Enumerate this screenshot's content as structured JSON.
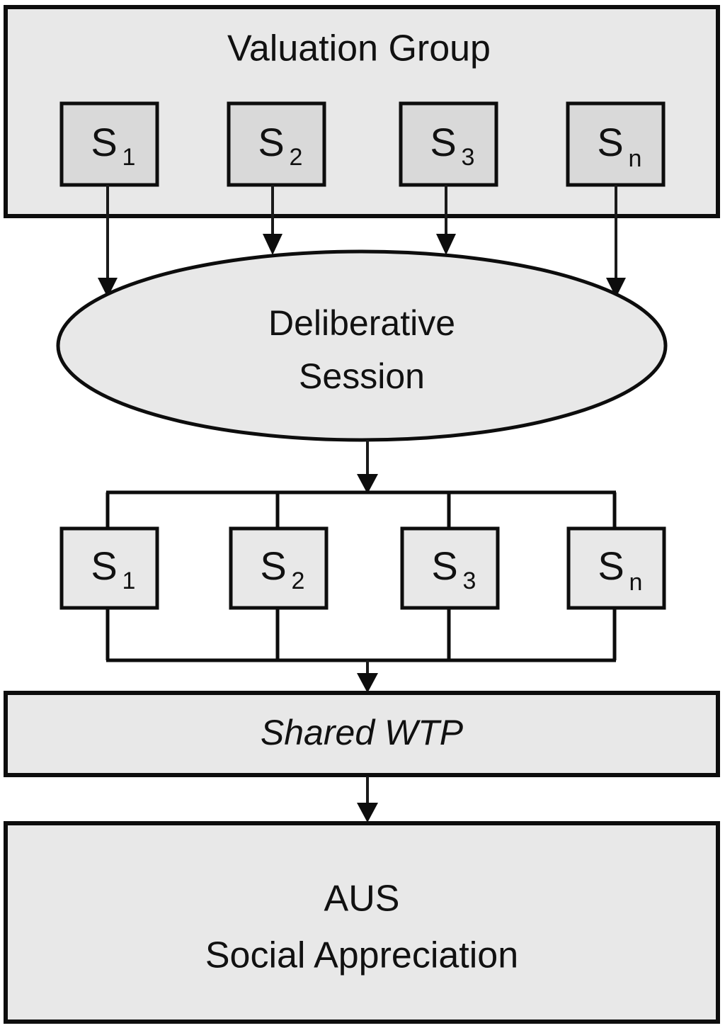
{
  "diagram": {
    "type": "flowchart",
    "title": "Valuation Group",
    "colors": {
      "container_fill": "#e8e8e8",
      "node_fill": "#d9d9d9",
      "stroke": "#0d0d0d",
      "background": "#ffffff",
      "text": "#111111"
    },
    "valuation_group": {
      "label": "Valuation Group",
      "members": [
        {
          "symbol": "S",
          "subscript": "1",
          "full": "S1"
        },
        {
          "symbol": "S",
          "subscript": "2",
          "full": "S2"
        },
        {
          "symbol": "S",
          "subscript": "3",
          "full": "S3"
        },
        {
          "symbol": "S",
          "subscript": "n",
          "full": "Sn"
        }
      ]
    },
    "deliberative_session": {
      "line1": "Deliberative",
      "line2": "Session",
      "shape": "ellipse"
    },
    "post_session_members": [
      {
        "symbol": "S",
        "subscript": "1",
        "full": "S1"
      },
      {
        "symbol": "S",
        "subscript": "2",
        "full": "S2"
      },
      {
        "symbol": "S",
        "subscript": "3",
        "full": "S3"
      },
      {
        "symbol": "S",
        "subscript": "n",
        "full": "Sn"
      }
    ],
    "shared_wtp": {
      "label": "Shared WTP",
      "emphasis": "italic"
    },
    "outcome": {
      "line1": "AUS",
      "line2": "Social Appreciation"
    },
    "flow": [
      "Valuation Group members feed into Deliberative Session",
      "Deliberative Session distributes back to members",
      "Members converge to Shared WTP",
      "Shared WTP leads to AUS Social Appreciation"
    ]
  }
}
